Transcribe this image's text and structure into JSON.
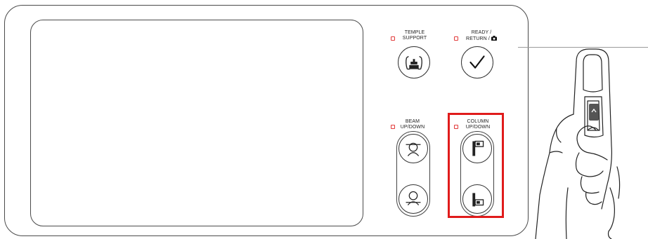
{
  "buttons": {
    "temple_support": {
      "label_line1": "TEMPLE",
      "label_line2": "SUPPORT",
      "icon": "temple-support-icon"
    },
    "ready_return": {
      "label_line1": "READY /",
      "label_line2": "RETURN /",
      "icon": "checkmark-icon",
      "label_icon": "camera-icon"
    },
    "beam_updown": {
      "label_line1": "BEAM",
      "label_line2": "UP/DOWN",
      "up_icon": "beam-up-icon",
      "down_icon": "beam-down-icon"
    },
    "column_updown": {
      "label_line1": "COLUMN",
      "label_line2": "UP/DOWN",
      "up_icon": "column-up-icon",
      "down_icon": "column-down-icon"
    }
  },
  "colors": {
    "highlight": "#e01b1b",
    "led": "#e23a3a",
    "outline": "#333333"
  }
}
